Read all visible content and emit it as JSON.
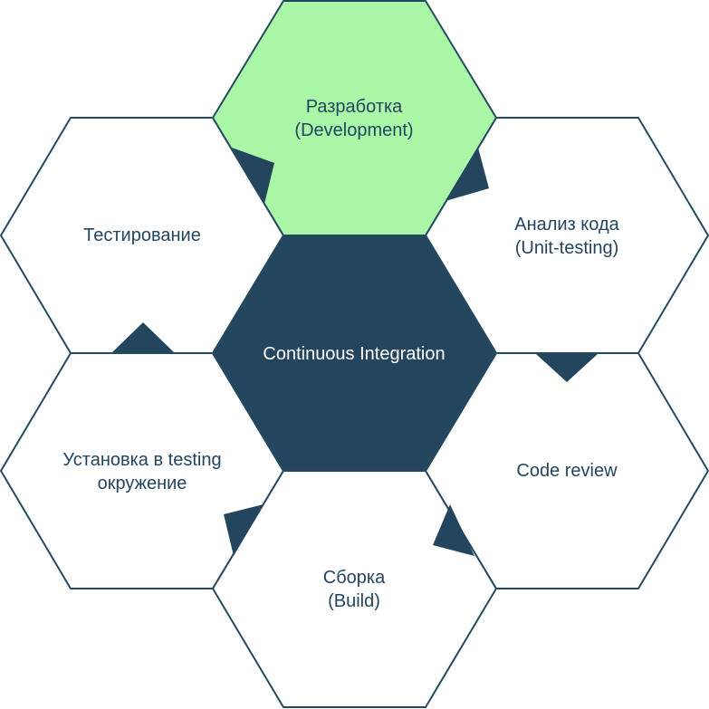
{
  "center": {
    "label": "Continuous Integration"
  },
  "cells": {
    "development": {
      "line1": "Разработка",
      "line2": "(Development)"
    },
    "code_analysis": {
      "line1": "Анализ кода",
      "line2": "(Unit-testing)"
    },
    "code_review": {
      "line1": "Code review"
    },
    "build": {
      "line1": "Сборка",
      "line2": "(Build)"
    },
    "deploy_testing": {
      "line1": "Установка в testing",
      "line2": "окружение"
    },
    "testing": {
      "line1": "Тестирование"
    }
  },
  "colors": {
    "dark": "#24455e",
    "highlight": "#aaf7a8",
    "cell": "#ffffff"
  }
}
